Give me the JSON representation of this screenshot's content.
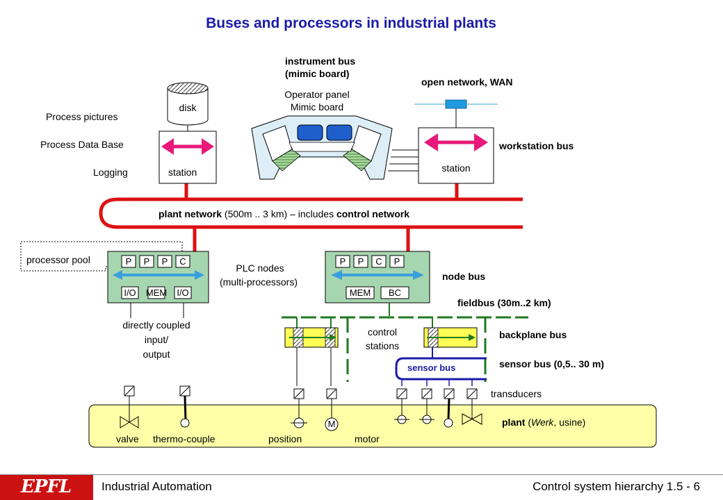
{
  "title": "Buses and processors in industrial plants",
  "labels": {
    "instrument_bus_1": "instrument bus",
    "instrument_bus_2": "(mimic board)",
    "operator_panel_1": "Operator panel",
    "operator_panel_2": "Mimic board",
    "open_network": "open network, WAN",
    "process_pictures": "Process pictures",
    "process_data_base": "Process Data Base",
    "logging": "Logging",
    "disk": "disk",
    "station_left": "station",
    "station_right": "station",
    "workstation_bus": "workstation bus",
    "plant_network_a": "plant network",
    "plant_network_b": " (500m .. 3 km) – includes ",
    "plant_network_c": "control network",
    "processor_pool": "processor pool",
    "plc_nodes_1": "PLC nodes",
    "plc_nodes_2": "(multi-processors)",
    "node_bus": "node bus",
    "fieldbus": "fieldbus (30m..2 km)",
    "directly_coupled_1": "directly coupled",
    "directly_coupled_2": "input/",
    "directly_coupled_3": "output",
    "control_stations_1": "control",
    "control_stations_2": "stations",
    "backplane_bus": "backplane bus",
    "sensor_bus_box": "sensor bus",
    "sensor_bus_range": "sensor bus (0,5..  30 m)",
    "transducers": "transducers",
    "plant_a": "plant",
    "plant_b": " (",
    "plant_c": "Werk",
    "plant_d": ", usine)",
    "valve": "valve",
    "thermo_couple": "thermo-couple",
    "position": "position",
    "motor": "motor",
    "motor_symbol": "M"
  },
  "plc_left": {
    "top": [
      "P",
      "P",
      "P",
      "C"
    ],
    "bottom": [
      "I/O",
      "MEM",
      "I/O"
    ]
  },
  "plc_right": {
    "top": [
      "P",
      "P",
      "C",
      "P"
    ],
    "bottom": [
      "MEM",
      "BC"
    ]
  },
  "footer": {
    "logo": "EPFL",
    "left": "Industrial Automation",
    "right": "Control system  hierarchy 1.5 - 6"
  },
  "colors": {
    "title": "#1a1aa8",
    "network": "#dd1111",
    "fieldbus": "#1e7a1e",
    "plc_fill": "#a6d6b0",
    "plant_fill": "#ffffa8",
    "arrow_pink": "#e8197a",
    "arrow_blue": "#3a9fde"
  }
}
